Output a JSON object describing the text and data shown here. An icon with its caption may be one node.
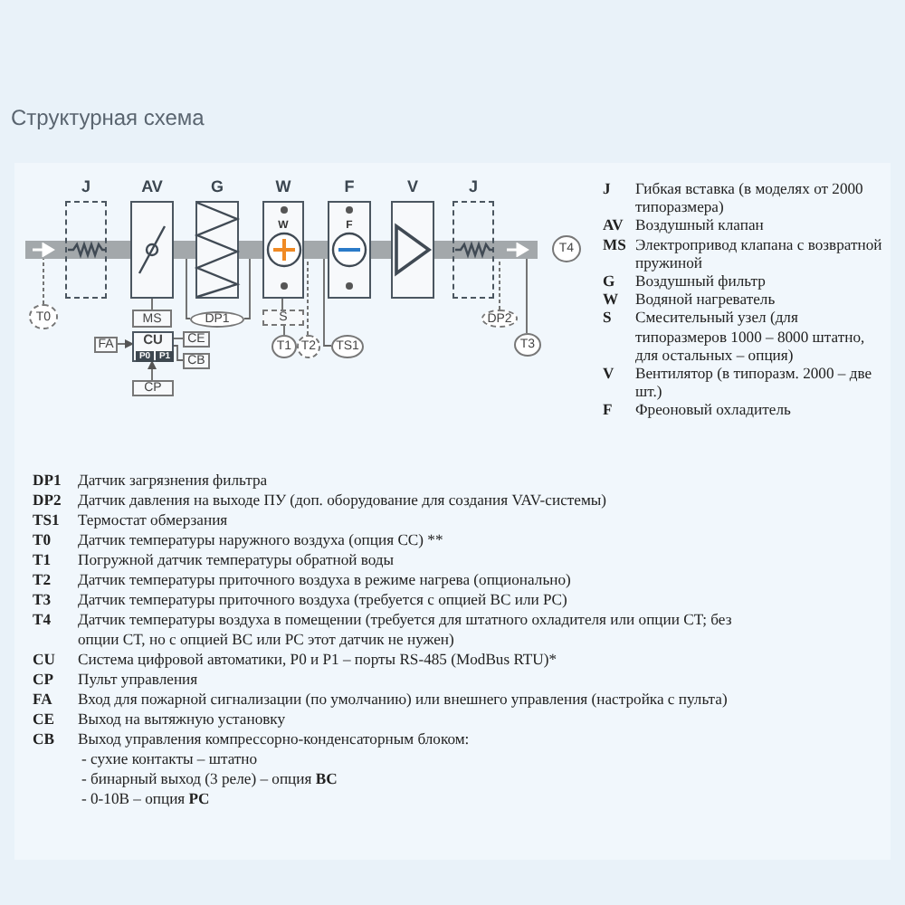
{
  "diagram": {
    "title": "Структурная схема",
    "nodes": [
      {
        "text": [
          "J"
        ]
      },
      {
        "text": [
          "AV"
        ]
      },
      {
        "text": [
          "G"
        ]
      },
      {
        "text": [
          "W",
          "W"
        ]
      },
      {
        "text": [
          "F",
          "F"
        ]
      },
      {
        "text": [
          "V"
        ]
      },
      {
        "text": [
          "J"
        ]
      },
      {
        "text": [],
        "shape": "bar"
      },
      {
        "text": [
          "T4"
        ]
      },
      {
        "text": [
          "T0"
        ]
      },
      {
        "text": [
          "MS"
        ]
      },
      {
        "text": [
          "DP1"
        ]
      },
      {
        "text": [
          "S"
        ]
      },
      {
        "text": [
          "T1"
        ]
      },
      {
        "text": [
          "T2"
        ]
      },
      {
        "text": [
          "TS1"
        ]
      },
      {
        "text": [
          "DP2"
        ]
      },
      {
        "text": [
          "T3"
        ]
      },
      {
        "text": [
          "FA"
        ]
      },
      {
        "text": [
          "CU"
        ]
      },
      {
        "text": [
          "P0"
        ],
        "in": 19
      },
      {
        "text": [
          "P1"
        ],
        "in": 19
      },
      {
        "text": [
          "CE"
        ]
      },
      {
        "text": [
          "CB"
        ]
      },
      {
        "text": [
          "CP"
        ]
      }
    ],
    "edges": [
      {
        "from": 9,
        "to": 7,
        "arrow": "none",
        "style": "dashed"
      },
      {
        "from": 10,
        "to": 1,
        "arrow": "none"
      },
      {
        "from": 11,
        "to": 7,
        "arrow": "none"
      },
      {
        "from": 11,
        "to": 7,
        "arrow": "none"
      },
      {
        "from": 12,
        "to": 3,
        "arrow": "none"
      },
      {
        "from": 13,
        "to": 12,
        "arrow": "none"
      },
      {
        "from": 14,
        "to": 7,
        "arrow": "none",
        "style": "dashed"
      },
      {
        "from": 15,
        "to": 7,
        "arrow": "none"
      },
      {
        "from": 16,
        "to": 7,
        "arrow": "none",
        "style": "dashed"
      },
      {
        "from": 17,
        "to": 7,
        "arrow": "none"
      },
      {
        "from": 18,
        "to": 19,
        "arrow": "to"
      },
      {
        "from": 19,
        "to": 22,
        "arrow": "none"
      },
      {
        "from": 19,
        "to": 23,
        "arrow": "none"
      },
      {
        "from": 24,
        "to": 19,
        "arrow": "to"
      }
    ],
    "labels": [
      "J",
      "Гибкая вставка (в моделях от 2000 типоразмера)",
      "AV",
      "Воздушный клапан",
      "MS",
      "Электропривод клапана с возвратной пружиной",
      "G",
      "Воздушный фильтр",
      "W",
      "Водяной нагреватель",
      "S",
      "Смесительный узел (для типоразмеров 1000 – 8000 штатно, для остальных – опция)",
      "V",
      "Вентилятор (в типоразм. 2000 – две шт.)",
      "F",
      "Фреоновый охладитель",
      "DP1",
      "Датчик загрязнения фильтра",
      "DP2",
      "Датчик давления на выходе ПУ (доп. оборудование для создания VAV-системы)",
      "TS1",
      "Термостат обмерзания",
      "T0",
      "Датчик температуры наружного воздуха (опция CC) **",
      "T1",
      "Погружной датчик температуры обратной воды",
      "T2",
      "Датчик температуры приточного воздуха в режиме нагрева (опционально)",
      "T3",
      "Датчик температуры приточного воздуха (требуется с опцией BC или PC)",
      "T4",
      "Датчик температуры воздуха в помещении (требуется для штатного охладителя или опции CT; без опции CT, но с опцией BC или PC этот датчик не нужен)",
      "CU",
      "Система цифровой автоматики, P0 и P1 – порты RS-485 (ModBus RTU)*",
      "CP",
      "Пульт управления",
      "FA",
      "Вход для пожарной сигнализации (по умолчанию) или внешнего управления (настройка с пульта)",
      "CE",
      "Выход на вытяжную установку",
      "CB",
      "Выход управления компрессорно-конденсаторным блоком:",
      "- сухие контакты – штатно",
      "- бинарный выход (3 реле) – опция **BC**",
      "- 0-10В – опция **PC**"
    ]
  }
}
